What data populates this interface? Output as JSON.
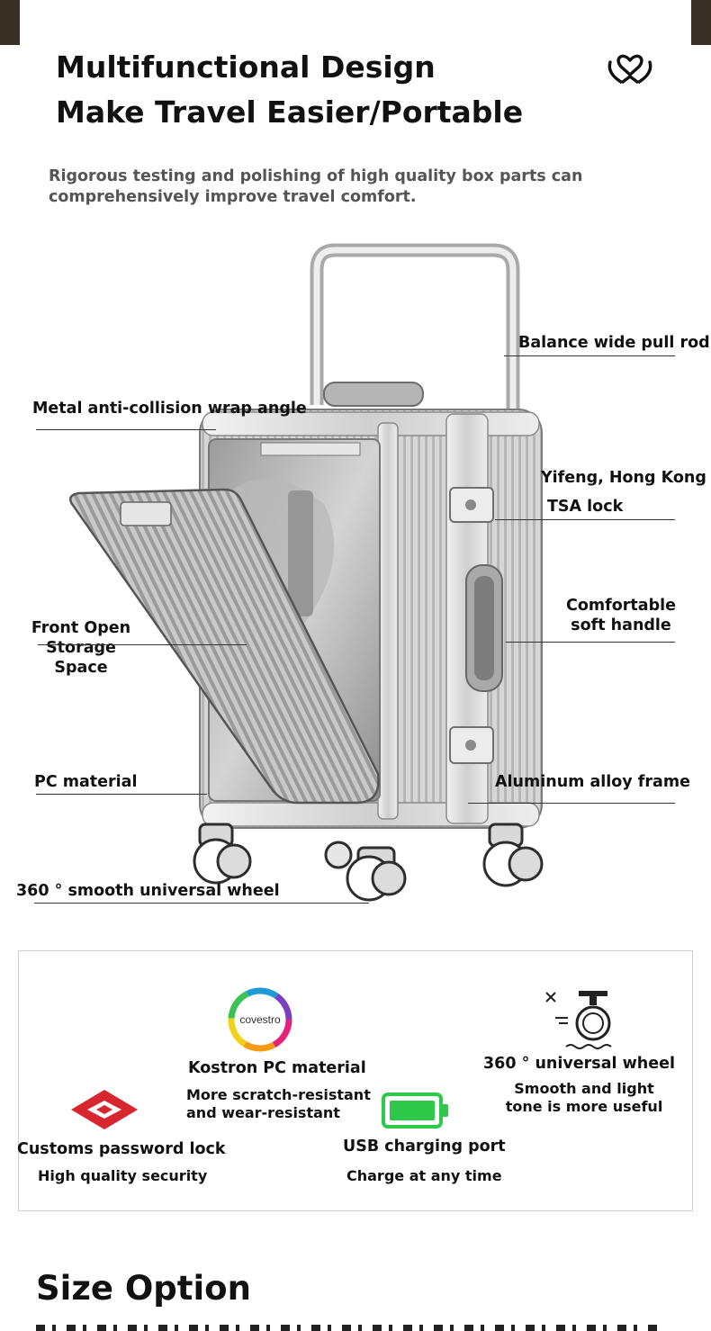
{
  "header": {
    "title_line1": "Multifunctional Design",
    "title_line2": "Make Travel Easier/Portable",
    "subtitle": "Rigorous testing and polishing of high quality box parts can comprehensively improve travel comfort.",
    "icon": "heart-hands-icon"
  },
  "callouts": {
    "pull_rod": "Balance wide pull rod",
    "wrap_angle": "Metal anti-collision wrap angle",
    "tsa_line1": "Yifeng, Hong Kong",
    "tsa_line2": "TSA lock",
    "handle_line1": "Comfortable",
    "handle_line2": "soft handle",
    "front_line1": "Front Open",
    "front_line2": "Storage",
    "front_line3": "Space",
    "pc_material": "PC material",
    "frame": "Aluminum alloy frame",
    "wheel": "360 ° smooth universal wheel"
  },
  "features": {
    "kostron": {
      "logo_text": "covestro",
      "title": "Kostron PC material",
      "desc_line1": "More scratch-resistant",
      "desc_line2": "and wear-resistant"
    },
    "wheel": {
      "title": "360 ° universal wheel",
      "desc_line1": "Smooth and light",
      "desc_line2": "tone is more useful"
    },
    "customs": {
      "title": "Customs password lock",
      "desc": "High quality security"
    },
    "usb": {
      "title": "USB charging port",
      "desc": "Charge at any time"
    }
  },
  "size": {
    "heading": "Size Option"
  },
  "colors": {
    "text": "#111111",
    "subtitle": "#555555",
    "tsa_red": "#d8262e",
    "battery_green": "#2ec94a"
  }
}
